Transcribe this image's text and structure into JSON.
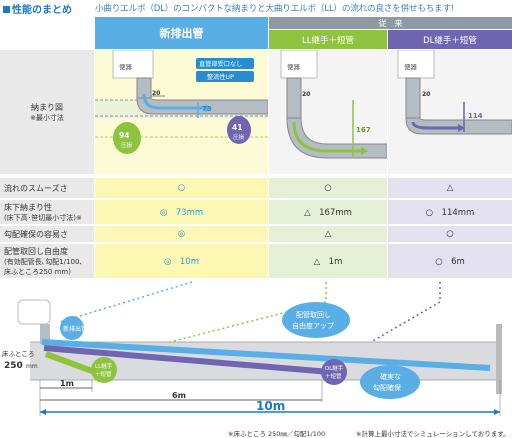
{
  "header": {
    "title": "性能のまとめ",
    "subtitle": "小曲りエルボ（DL）のコンパクトな納まりと大曲りエルボ（LL）の流れの良さを併せもちます!"
  },
  "columns": {
    "main": "新排出管",
    "conventional": "従　来",
    "ll": "LL継手＋短管",
    "dl": "DL継手＋短管"
  },
  "rows": {
    "diagram_label": "納まり図",
    "diagram_note": "※最小寸法",
    "flow_label": "流れのスムーズさ",
    "height_label": "床下納まり性",
    "height_note": "(床下高･笹切最小寸法)※",
    "slope_label": "勾配確保の容易さ",
    "freedom_label": "配管取回し自由度",
    "freedom_note1": "(有効配管長､勾配1/100､",
    "freedom_note2": "床ふところ250 mm)"
  },
  "cells": {
    "flow": {
      "main": "○",
      "ll": "○",
      "dl": "△"
    },
    "height": {
      "main": "◎　73mm",
      "ll": "△　167mm",
      "dl": "○　114mm"
    },
    "slope": {
      "main": "◎",
      "ll": "△",
      "dl": "○"
    },
    "freedom": {
      "main": "◎　10m",
      "ll": "△　1m",
      "dl": "○　6m"
    }
  },
  "diagram": {
    "toilet_label": "便器",
    "dim_20": "20",
    "dim_73": "73",
    "dim_167": "167",
    "dim_114": "114",
    "dim_94": "94",
    "dim_41": "41",
    "unit_mm": "mm",
    "pressure": "圧損",
    "badge1": "直管部受口なし",
    "badge2": "整流性UP"
  },
  "bottom": {
    "floor_label1": "床ふところ",
    "floor_label2": "250",
    "floor_unit": "mm",
    "new_pipe": "新排出管",
    "ll_label1": "LL継手",
    "ll_label2": "＋短管",
    "dl_label1": "DL継手",
    "dl_label2": "＋短管",
    "len_1": "1m",
    "len_6": "6m",
    "len_10": "10m",
    "callout_freedom1": "配管取回し",
    "callout_freedom2": "自由度アップ",
    "callout_slope1": "確実な",
    "callout_slope2": "勾配確保"
  },
  "footnotes": {
    "a": "※床ふところ 250㎜／勾配1/100",
    "b": "※計算上最小寸法でシミュレーションしております。"
  },
  "colors": {
    "blue": "#5aaee6",
    "green": "#8ec33f",
    "purple": "#7065b0",
    "gray": "#8d9aa6"
  }
}
